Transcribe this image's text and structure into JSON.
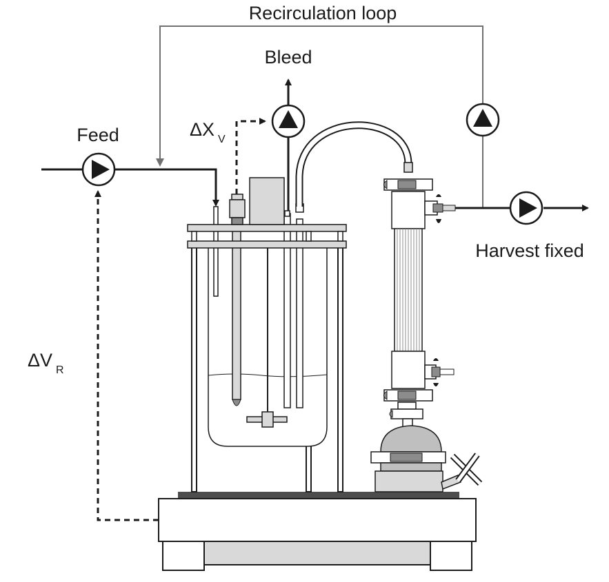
{
  "labels": {
    "recirculation": "Recirculation loop",
    "bleed": "Bleed",
    "feed": "Feed",
    "delta_x_v_main": "ΔX",
    "delta_x_v_sub": "V",
    "delta_v_r_main": "ΔV",
    "delta_v_r_sub": "R",
    "harvest": "Harvest fixed"
  },
  "colors": {
    "line": "#1a1a1a",
    "loop_line": "#707070",
    "metal": "#d9d9d9",
    "metal_dark": "#8c8c8c",
    "deck": "#4d4d4d",
    "pump_fill": "#ffffff"
  },
  "icons": {
    "pump": "pump-icon",
    "valve": "valve-icon",
    "arrow": "arrow-icon"
  }
}
